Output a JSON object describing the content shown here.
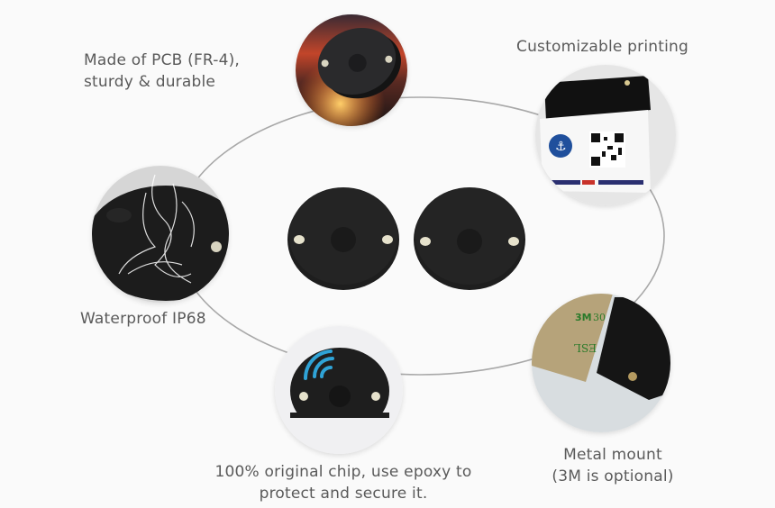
{
  "features": {
    "pcb": {
      "line1": "Made of PCB (FR-4),",
      "line2": "sturdy & durable"
    },
    "printing": {
      "line1": "Customizable printing"
    },
    "waterproof": {
      "line1": "Waterproof IP68"
    },
    "chip": {
      "line1": "100% original chip, use epoxy to",
      "line2": "protect and secure it."
    },
    "mount": {
      "line1": "Metal mount",
      "line2": "(3M is optional)"
    }
  },
  "images": {
    "pcb": "fiery-scene-tag-image",
    "printing": "qr-code-printed-tag-image",
    "waterproof": "water-splash-tag-image",
    "chip": "nfc-signal-tag-image",
    "mount": "3m-adhesive-tag-image",
    "center": "two-black-disc-tags-image"
  },
  "print_text": {
    "brand_3m": "3M",
    "brand_num": "30",
    "rev": "ESL"
  },
  "colors": {
    "background": "#fafafa",
    "text": "#5a5a5a",
    "ring": "#a8a8a8",
    "tag": "#1e1e1e",
    "screw": "#d8d4c0"
  }
}
